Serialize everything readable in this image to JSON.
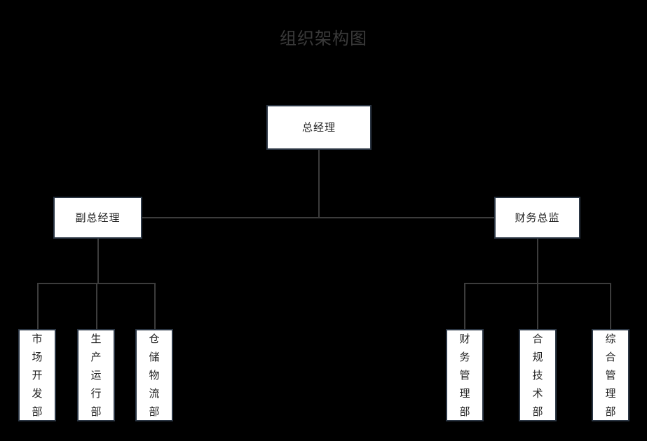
{
  "page": {
    "title": "组织架构图",
    "background_color": "#000000",
    "title_color": "#3a3a3a",
    "node_fill": "#ffffff",
    "node_border": "#2b3644",
    "connector_color": "#3c3c3c"
  },
  "chart_data": {
    "type": "diagram",
    "diagram_kind": "org-chart",
    "title": "组织架构图",
    "orientation": "top-down",
    "levels": 3,
    "nodes": [
      {
        "id": "gm",
        "label": "总经理",
        "level": 1,
        "parent": null,
        "orientation": "horizontal"
      },
      {
        "id": "dgm",
        "label": "副总经理",
        "level": 2,
        "parent": "gm",
        "orientation": "horizontal"
      },
      {
        "id": "cfo",
        "label": "财务总监",
        "level": 2,
        "parent": "gm",
        "orientation": "horizontal"
      },
      {
        "id": "d1",
        "label": "市场开发部",
        "level": 3,
        "parent": "dgm",
        "orientation": "vertical"
      },
      {
        "id": "d2",
        "label": "生产运行部",
        "level": 3,
        "parent": "dgm",
        "orientation": "vertical"
      },
      {
        "id": "d3",
        "label": "仓储物流部",
        "level": 3,
        "parent": "dgm",
        "orientation": "vertical"
      },
      {
        "id": "d4",
        "label": "财务管理部",
        "level": 3,
        "parent": "cfo",
        "orientation": "vertical"
      },
      {
        "id": "d5",
        "label": "合规技术部",
        "level": 3,
        "parent": "cfo",
        "orientation": "vertical"
      },
      {
        "id": "d6",
        "label": "综合管理部",
        "level": 3,
        "parent": "cfo",
        "orientation": "vertical"
      }
    ],
    "edges": [
      {
        "from": "gm",
        "to": "dgm"
      },
      {
        "from": "gm",
        "to": "cfo"
      },
      {
        "from": "dgm",
        "to": "d1"
      },
      {
        "from": "dgm",
        "to": "d2"
      },
      {
        "from": "dgm",
        "to": "d3"
      },
      {
        "from": "cfo",
        "to": "d4"
      },
      {
        "from": "cfo",
        "to": "d5"
      },
      {
        "from": "cfo",
        "to": "d6"
      }
    ]
  },
  "nodes": {
    "general_manager": "总经理",
    "deputy_general_manager": "副总经理",
    "finance_director": "财务总监",
    "market_development": "市场开发部",
    "production_operations": "生产运行部",
    "warehouse_logistics": "仓储物流部",
    "finance_management": "财务管理部",
    "compliance_technology": "合规技术部",
    "general_administration": "综合管理部"
  }
}
